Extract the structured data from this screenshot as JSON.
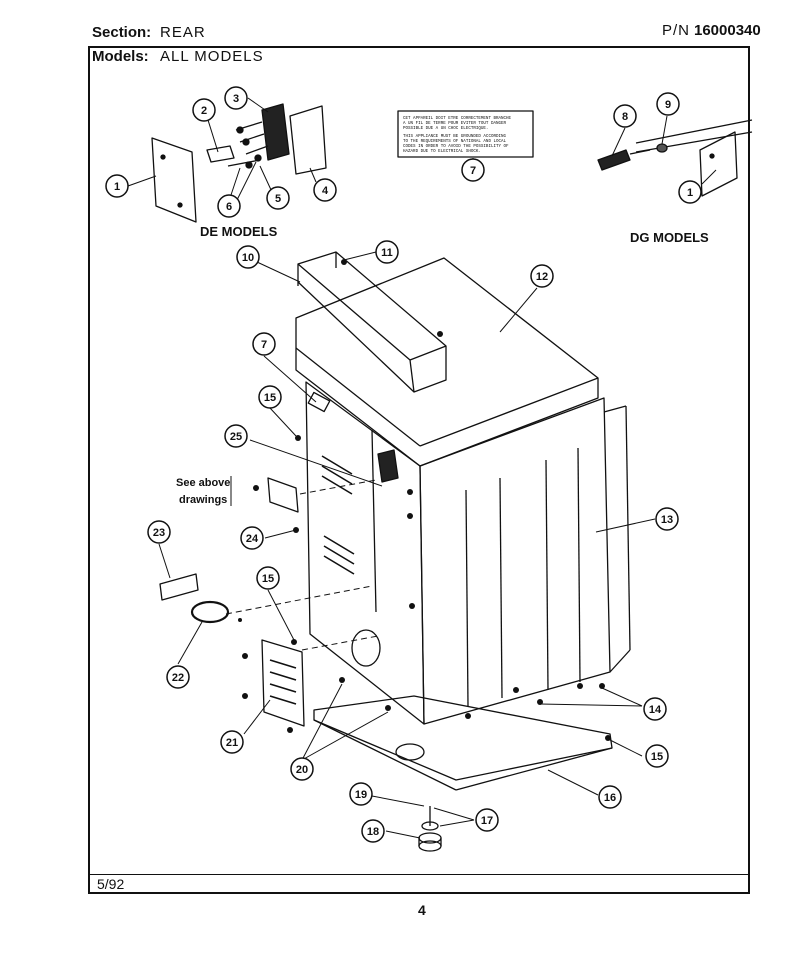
{
  "header": {
    "section_label": "Section:",
    "section_value": "REAR",
    "pn_label": "P/N",
    "pn_value": "16000340",
    "models_label": "Models:",
    "models_value": "ALL MODELS"
  },
  "labels": {
    "de_models": "DE MODELS",
    "dg_models": "DG MODELS",
    "see_above_1": "See above",
    "see_above_2": "drawings"
  },
  "warning_label": {
    "french": [
      "CET APPAREIL DOIT ETRE CORRECTEMENT BRANCHE",
      "A UN FIL DE TERRE POUR EVITER TOUT DANGER",
      "POSSIBLE DUE A UN CHOC ELECTRIQUE."
    ],
    "english": [
      "THIS APPLIANCE MUST BE GROUNDED ACCORDING",
      "TO THE REQUIREMENTS OF NATIONAL AND LOCAL",
      "CODES IN ORDER TO AVOID THE POSSIBILITY OF",
      "HAZARD DUE TO ELECTRICAL SHOCK."
    ]
  },
  "callouts": [
    "1",
    "2",
    "3",
    "4",
    "5",
    "6",
    "7",
    "8",
    "9",
    "1",
    "10",
    "11",
    "12",
    "7",
    "15",
    "25",
    "13",
    "24",
    "23",
    "15",
    "22",
    "21",
    "20",
    "14",
    "15",
    "16",
    "19",
    "17",
    "18"
  ],
  "footer": {
    "date": "5/92",
    "page": "4"
  }
}
